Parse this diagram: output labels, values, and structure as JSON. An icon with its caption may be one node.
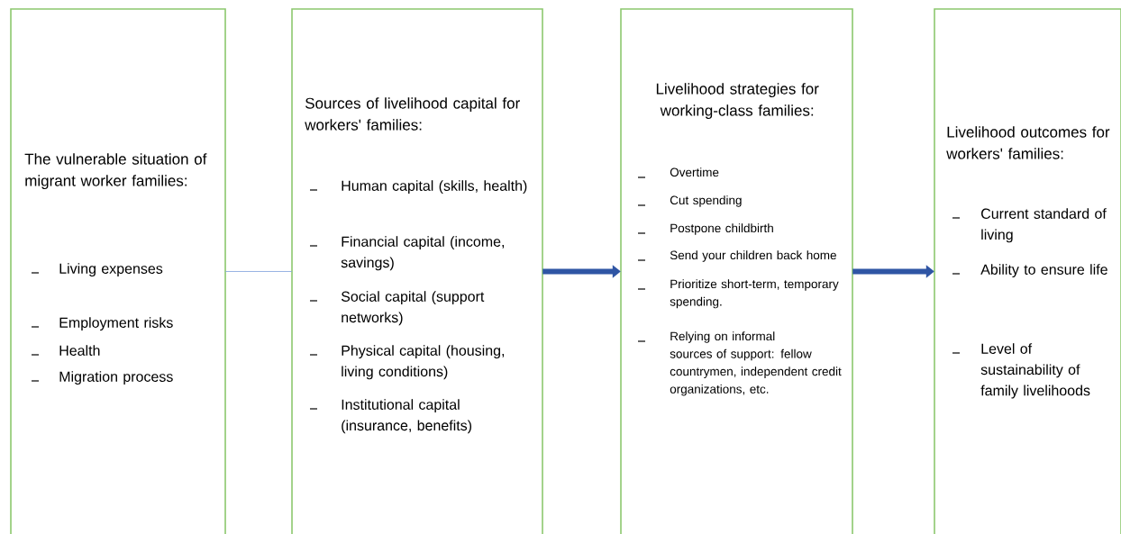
{
  "diagram": {
    "nodes": [
      {
        "text": [
          "The vulnerable situation of migrant worker families:",
          "Living expenses",
          "Employment risks",
          "Health",
          "Migration process"
        ]
      },
      {
        "text": [
          "Sources of livelihood capital for workers' families:",
          "Human capital (skills, health)",
          "Financial capital (income, savings)",
          "Social capital (support networks)",
          "Physical capital (housing, living conditions)",
          "Institutional capital (insurance, benefits)"
        ]
      },
      {
        "text": [
          "Livelihood strategies for working-class families:",
          "Overtime",
          "Cut spending",
          "Postpone childbirth",
          "Send your children back home",
          "Prioritize short-term, temporary spending.",
          "Relying on informal sources of support: fellow countrymen, independent credit organizations, etc."
        ]
      },
      {
        "text": [
          "Livelihood outcomes for workers' families:",
          "Current standard of living",
          "Ability to ensure life",
          "Level of sustainability of family livelihoods"
        ]
      }
    ],
    "edges": [
      {
        "from": 0,
        "to": 1,
        "arrow": "none",
        "color": "#7f9fdc"
      },
      {
        "from": 1,
        "to": 2,
        "arrow": "to"
      },
      {
        "from": 2,
        "to": 3,
        "arrow": "to"
      }
    ]
  }
}
